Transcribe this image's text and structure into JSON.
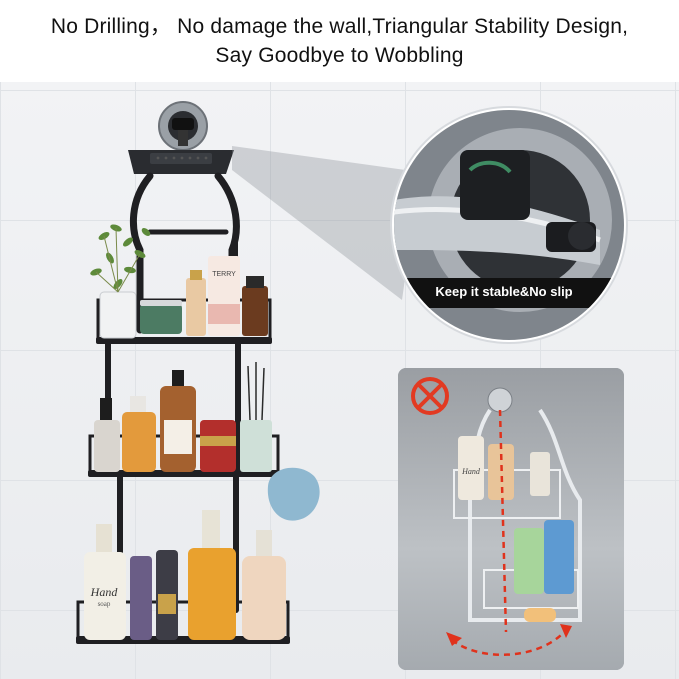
{
  "headline": {
    "line1": "No Drilling， No damage the wall,Triangular Stability Design,",
    "line2": "Say Goodbye to Wobbling"
  },
  "zoom": {
    "caption": "Keep it stable&No slip"
  },
  "bottles": {
    "terry": "TERRY",
    "hand_soap": "Hand",
    "hand_soap_sub": "soap",
    "panel_hand": "Hand"
  },
  "icons": {
    "wrong": "cross-circle-icon",
    "swing": "dashed-arc-arrows-icon"
  },
  "colors": {
    "rack": "#1f1f22",
    "cross": "#e23a22",
    "dashed": "#e0321c",
    "caption_bg": "#111111"
  }
}
